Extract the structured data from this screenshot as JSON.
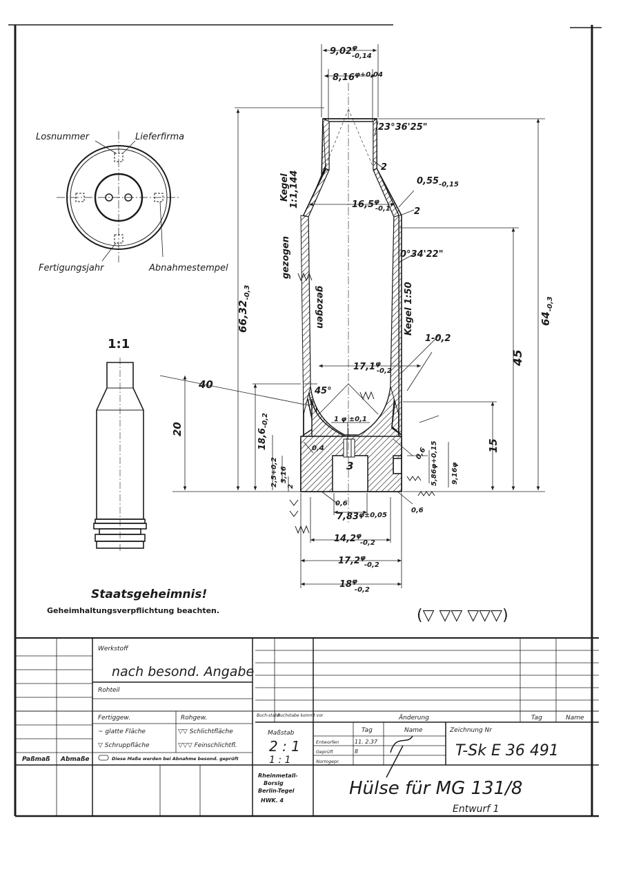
{
  "circle_view": {
    "labels": {
      "losnummer": "Losnummer",
      "lieferfirma": "Lieferfirma",
      "fertigungsjahr": "Fertigungsjahr",
      "abnahmestempel": "Abnahmestempel"
    }
  },
  "side_view": {
    "scale": "1:1",
    "dim_40": "40",
    "dim_20": "20"
  },
  "section": {
    "dims": {
      "d_902": "9,02",
      "d_902_tol": "-0,14",
      "d_902_sup": "φ",
      "d_816": "8,16",
      "d_816_tol": "φ+0,04",
      "angle_top": "23°36'25\"",
      "r2_top": "2",
      "d_055": "0,55",
      "d_055_tol": "-0,15",
      "d_165": "16,5",
      "d_165_tol": "φ",
      "d_165_tol2": "-0,1",
      "r2_shoulder": "2",
      "angle_body": "0°34'22\"",
      "kegel_top": "Kegel",
      "kegel_top_ratio": "1:1,144",
      "gezogen_left": "gezogen",
      "gezogen_inner": "gezogen",
      "kegel_body": "Kegel 1:50",
      "len_6632": "66,32",
      "len_6632_tol": "-0,3",
      "len_64": "64",
      "len_64_tol": "-0,3",
      "len_45": "45",
      "len_15": "15",
      "d_1_02": "1-0,2",
      "d_171": "17,1",
      "d_171_tol": "φ",
      "d_171_tol2": "-0,2",
      "angle_45": "45°",
      "d_186": "18,6",
      "d_186_tol": "-0,2",
      "d_phi1": "1 φ ±0,1",
      "d_3": "3",
      "d_25": "2,5+0,2",
      "d_316": "3,16",
      "d_2": "2",
      "d_916": "9,16",
      "d_916_tol": "φ",
      "d_586": "5,86",
      "d_586_tol": "φ+0,15",
      "d_04_a": "0,4",
      "d_06_a": "0,6",
      "d_06_b": "0,6",
      "d_06_c": "0,6",
      "d_783": "7,83",
      "d_783_tol": "φ±0,05",
      "d_142": "14,2",
      "d_142_tol": "φ",
      "d_142_tol2": "-0,2",
      "d_172": "17,2",
      "d_172_tol": "φ",
      "d_172_tol2": "-0,2",
      "d_18": "18",
      "d_18_tol": "φ",
      "d_18_tol2": "-0,2"
    }
  },
  "secrecy": {
    "title": "Staatsgeheimnis!",
    "subtitle": "Geheimhaltungsverpflichtung beachten."
  },
  "surface_symbols": "(▽ ▽▽ ▽▽▽)",
  "title_block": {
    "werkstoff_label": "Werkstoff",
    "werkstoff_value": "nach besond. Angabe",
    "rohteil_label": "Rohteil",
    "fertiggew_label": "Fertiggew.",
    "rohgew_label": "Rohgew.",
    "glatte": "~ glatte Fläche",
    "schrupp": "▽ Schruppfläche",
    "schlicht": "▽▽ Schlichtfläche",
    "feinschlicht": "▽▽▽ Feinschlichtfl.",
    "passmass": "Paßmaß",
    "abmasse": "Abmaße",
    "note": "Diese Maße werden bei Abnahme besond. geprüft",
    "buchstabe": "Buch-stabe",
    "buchstabe_kommt": "Buchstabe kommt vor",
    "aenderung": "Änderung",
    "tag": "Tag",
    "name": "Name",
    "massstab_label": "Maßstab",
    "massstab_1": "2 : 1",
    "massstab_2": "1 : 1",
    "tag_col": "Tag",
    "name_col": "Name",
    "entworfen": "Entworfen",
    "geprueft": "Geprüft",
    "normgepr": "Normgepr.",
    "entworfen_tag": "11. 2.37",
    "geprueft_tag": "8",
    "zeichnung_label": "Zeichnung Nr",
    "zeichnung_nr": "T-Sk E 36 491",
    "company_1": "Rheinmetall-",
    "company_2": "Borsig",
    "company_3": "Berlin-Tegel",
    "company_4": "HWK. 4",
    "title": "Hülse für MG 131/8",
    "entwurf": "Entwurf 1"
  }
}
